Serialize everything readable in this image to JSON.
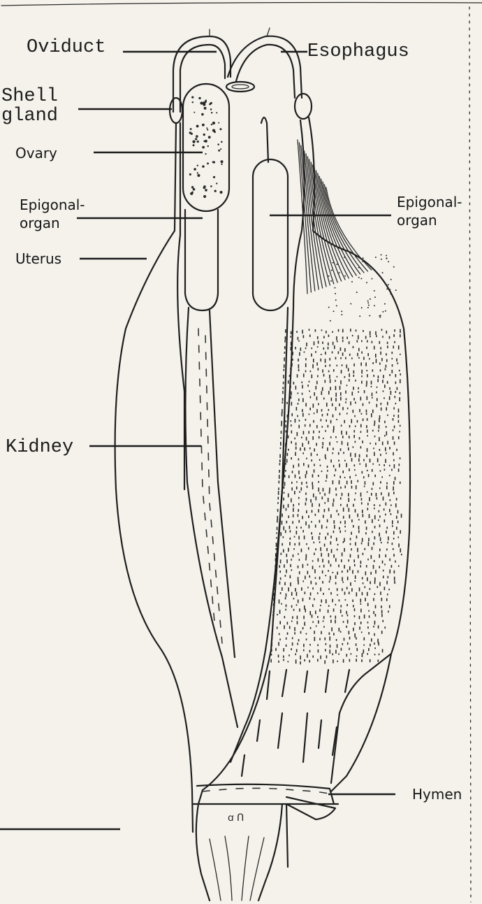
{
  "labels": {
    "oviduct": "Oviduct",
    "esophagus": "Esophagus",
    "shell_gland_1": "Shell",
    "shell_gland_2": "gland",
    "ovary": "Ovary",
    "epigonal_left_1": "Epigonal-",
    "epigonal_left_2": "organ",
    "epigonal_right_1": "Epigonal-",
    "epigonal_right_2": "organ",
    "uterus": "Uterus",
    "kidney": "Kidney",
    "hymen": "Hymen"
  },
  "colors": {
    "paper": "#f4f2eb",
    "ink": "#1c1c1c"
  }
}
